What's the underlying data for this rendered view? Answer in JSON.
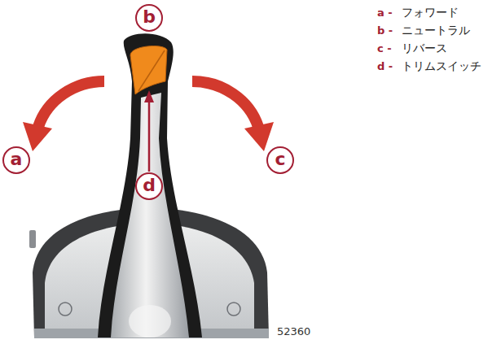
{
  "diagram": {
    "nodes": [
      {
        "text": [
          "b"
        ]
      },
      {
        "text": [
          "a"
        ]
      },
      {
        "text": [
          "c"
        ]
      },
      {
        "text": [
          "d"
        ]
      }
    ],
    "labels": [
      "a -",
      "フォワード",
      "b -",
      "ニュートラル",
      "c -",
      "リバース",
      "d -",
      "トリムスイッチ",
      "52360"
    ]
  }
}
